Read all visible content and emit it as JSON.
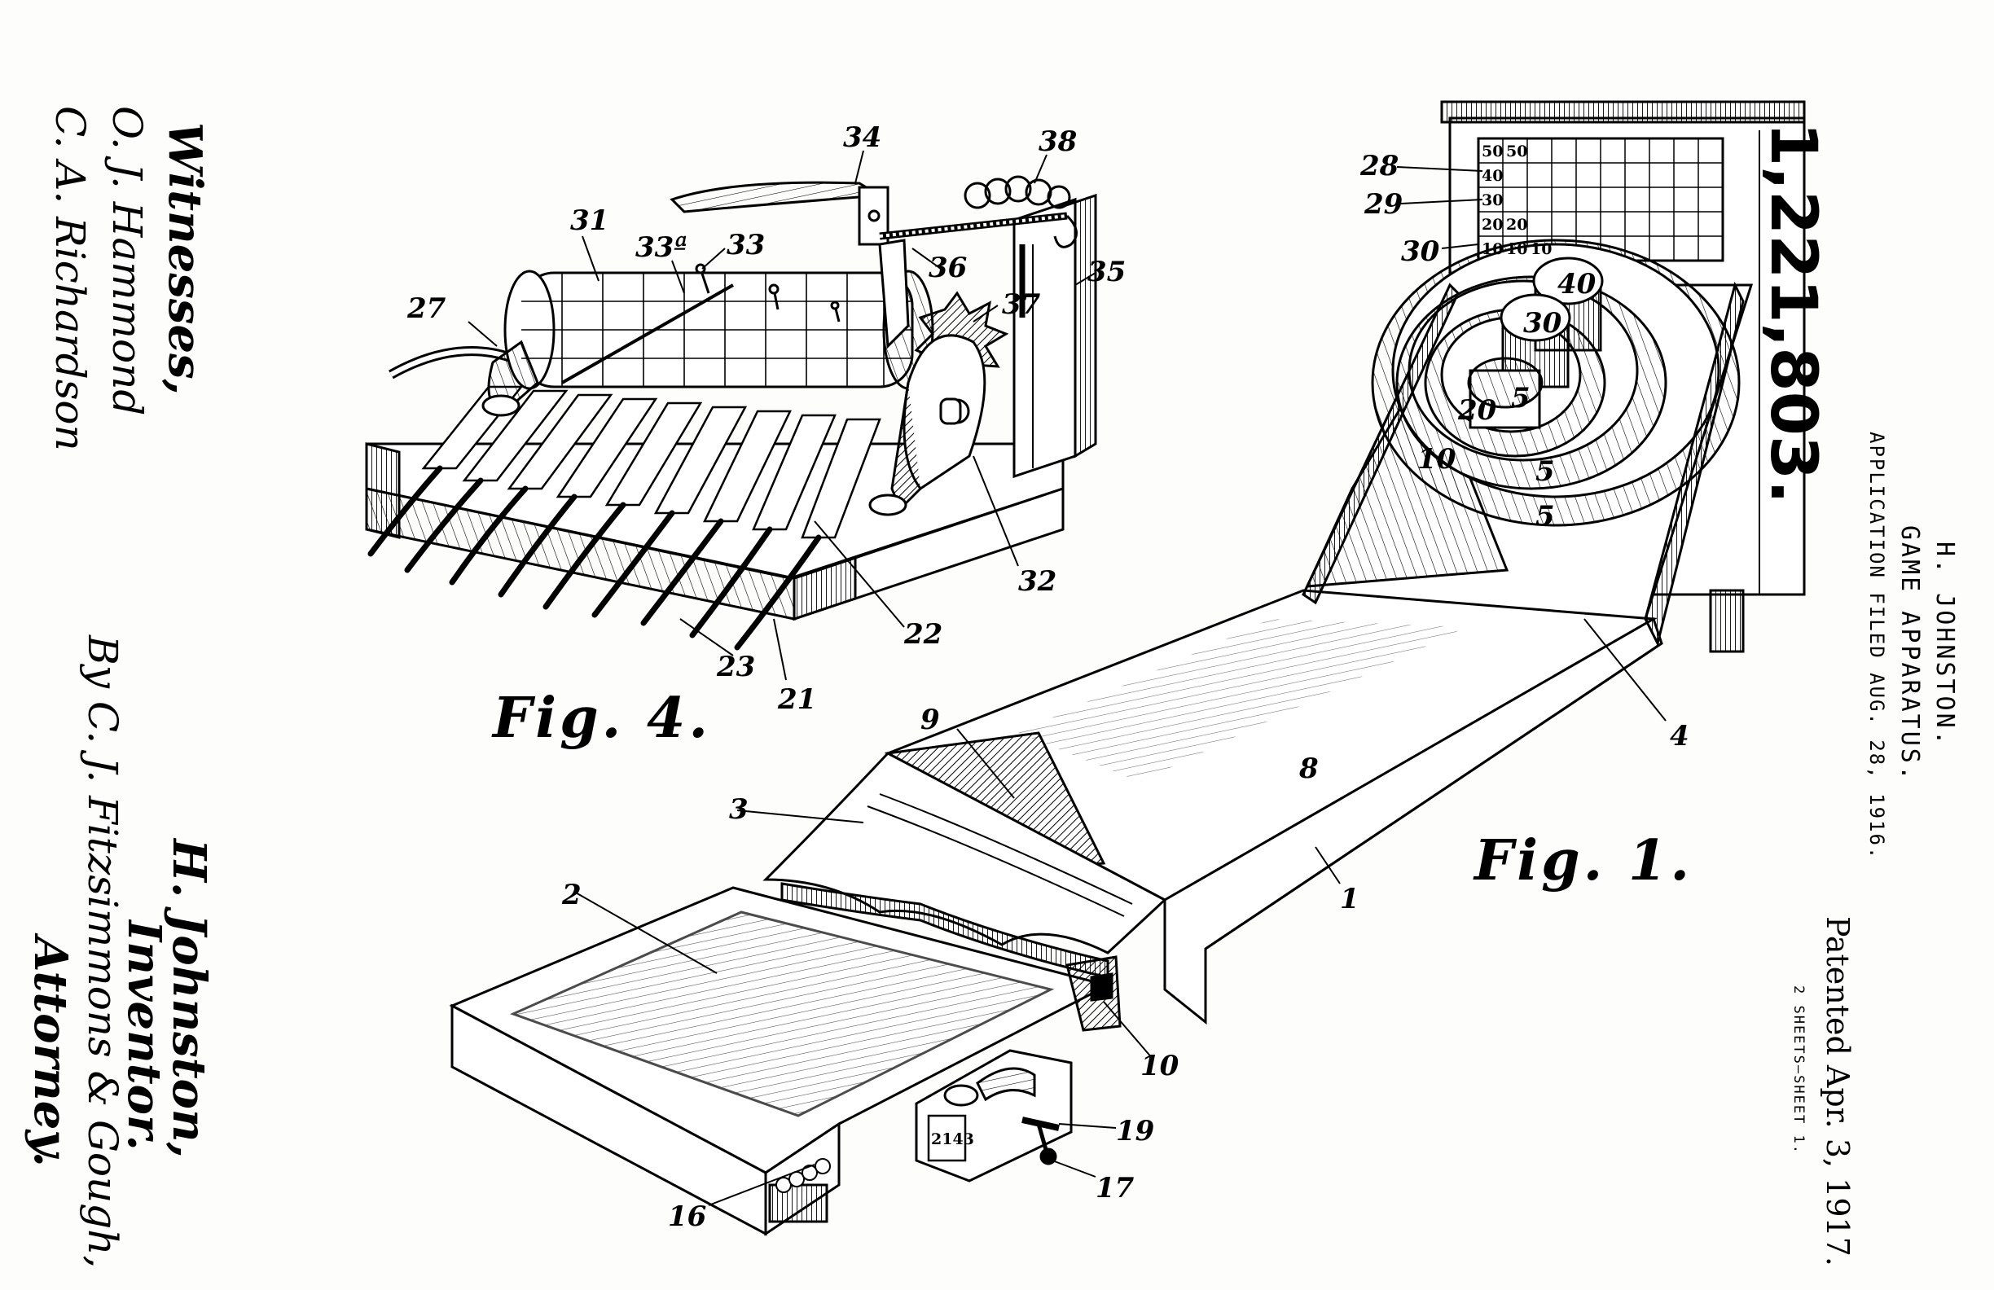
{
  "patent": {
    "number": "1,221,803.",
    "inventor_header": "H. JOHNSTON.",
    "title": "GAME APPARATUS.",
    "filed": "APPLICATION FILED AUG. 28, 1916.",
    "patented": "Patented Apr. 3, 1917.",
    "sheets": "2 SHEETS—SHEET 1."
  },
  "figures": {
    "fig1": "Fig. 1.",
    "fig4": "Fig. 4."
  },
  "reference_numerals": {
    "n1": "1",
    "n2": "2",
    "n3": "3",
    "n4": "4",
    "n8": "8",
    "n9": "9",
    "n10": "10",
    "n16": "16",
    "n17": "17",
    "n19": "19",
    "n21": "21",
    "n22": "22",
    "n23": "23",
    "n27": "27",
    "n28": "28",
    "n29": "29",
    "n30": "30",
    "n31": "31",
    "n32": "32",
    "n33": "33",
    "n33a": "33ª",
    "n34": "34",
    "n35": "35",
    "n36": "36",
    "n37": "37",
    "n38": "38"
  },
  "target_rings": [
    "40",
    "30",
    "20",
    "10",
    "5",
    "5",
    "5"
  ],
  "scoreboard_cells": [
    "50",
    "50",
    "40",
    "30",
    "20",
    "20",
    "10",
    "10",
    "10"
  ],
  "counter_display": "2143",
  "signatures": {
    "witnesses_label": "Witnesses,",
    "witness_1": "O. J. Hammond",
    "witness_2": "C. A. Richardson",
    "inventor_name": "H. Johnston,",
    "inventor_label": "Inventor.",
    "attorney_line": "By C. J. Fitzsimmons & Gough,",
    "attorney_label": "Attorney."
  }
}
